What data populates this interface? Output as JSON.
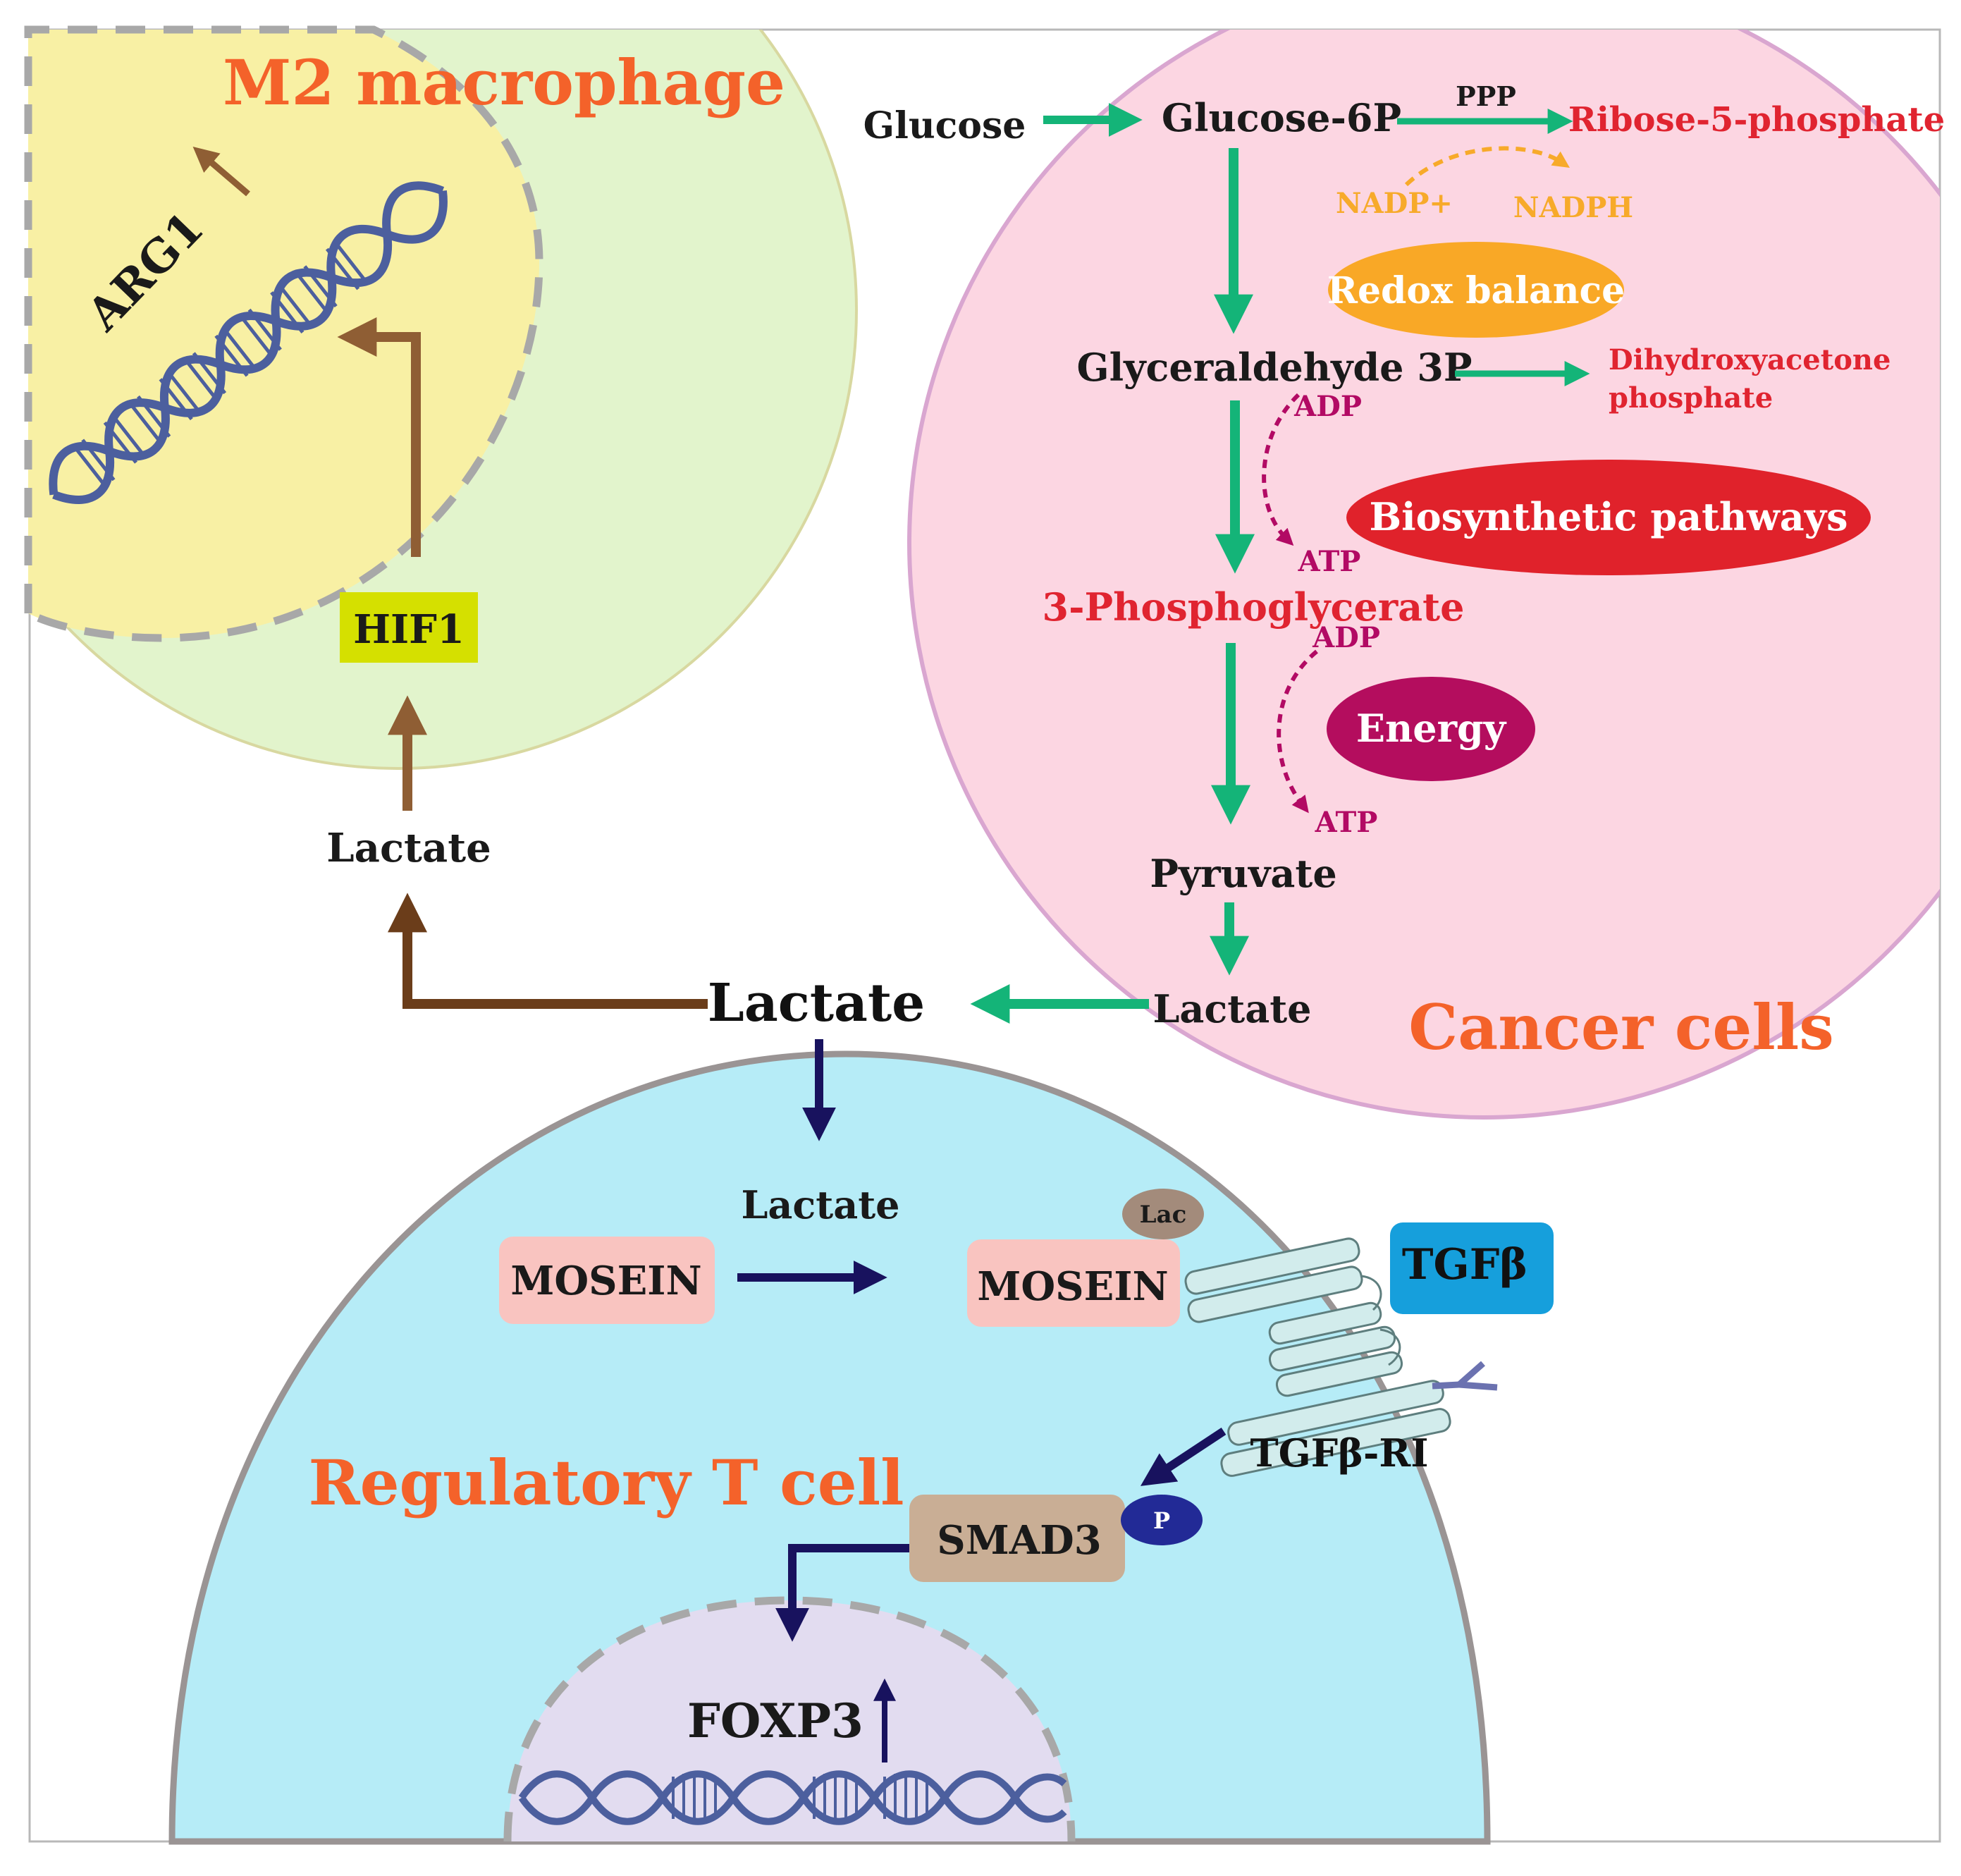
{
  "labels": {
    "m2_title": "M2 macrophage",
    "arg1": "ARG1",
    "hif1": "HIF1",
    "lactate_macrophage": "Lactate",
    "lactate_center": "Lactate",
    "lactate_tcell": "Lactate",
    "lactate_cancer": "Lactate",
    "glucose": "Glucose",
    "glucose_6p": "Glucose-6P",
    "ppp": "PPP",
    "ribose_5_phosphate": "Ribose-5-phosphate",
    "nadp_plus": "NADP+",
    "nadph": "NADPH",
    "redox_balance": "Redox balance",
    "glyceraldehyde_3p": "Glyceraldehyde 3P",
    "dihydroxyacetone_line1": "Dihydroxyacetone",
    "dihydroxyacetone_line2": "phosphate",
    "adp_1": "ADP",
    "atp_1": "ATP",
    "biosynthetic_pathways": "Biosynthetic pathways",
    "phosphoglycerate": "3-Phosphoglycerate",
    "adp_2": "ADP",
    "energy": "Energy",
    "atp_2": "ATP",
    "pyruvate": "Pyruvate",
    "cancer_title": "Cancer cells",
    "mosein_1": "MOSEIN",
    "mosein_2": "MOSEIN",
    "lac": "Lac",
    "tgfb": "TGFβ",
    "tgfb_ri": "TGFβ-RI",
    "treg_title": "Regulatory T cell",
    "smad3": "SMAD3",
    "p": "P",
    "foxp3": "FOXP3"
  },
  "colors": {
    "m2_outer": "#e2f4cc",
    "m2_nucleus": "#f8f0a4",
    "cancer_cell": "#fcd6e2",
    "cancer_border": "#d9a6d0",
    "treg_cell": "#b6ecf7",
    "treg_border": "#9a9494",
    "treg_nucleus": "#e2dcf0",
    "title_orange": "#f4622a",
    "brown_arrow": "#6b3d1a",
    "green_arrow": "#14b478",
    "navy_arrow": "#18125e",
    "red_text": "#e02430",
    "orange_text": "#f7aa2a",
    "magenta": "#b20a64",
    "hif1_box": "#d5e000",
    "redox_ellipse": "#f9a826",
    "biosynthetic_ellipse": "#e0222b",
    "energy_ellipse": "#b40d5e",
    "mosein_box": "#f9c4c0",
    "smad3_box": "#c9ae95",
    "tgfb_box": "#169fdc",
    "lac_ellipse": "#a38b7b",
    "p_ellipse": "#222a96",
    "dna_blue": "#4c5f9e"
  }
}
